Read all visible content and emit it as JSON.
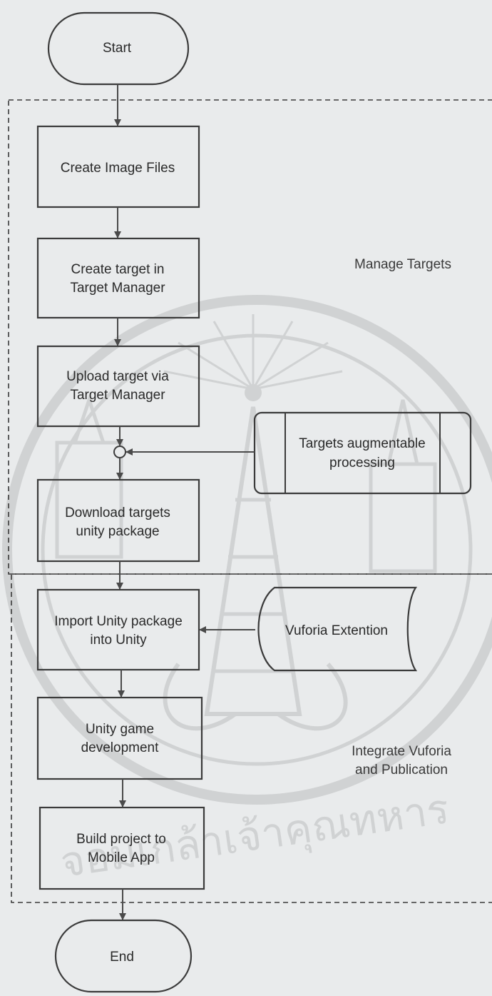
{
  "nodes": {
    "start": "Start",
    "create_image": "Create Image Files",
    "create_target": [
      "Create target in",
      "Target Manager"
    ],
    "upload_target": [
      "Upload target via",
      "Target Manager"
    ],
    "processing": [
      "Targets augmentable",
      "processing"
    ],
    "download": [
      "Download targets",
      "unity package"
    ],
    "import": [
      "Import Unity package",
      "into Unity"
    ],
    "vuforia": "Vuforia Extention",
    "unity_dev": [
      "Unity game",
      "development"
    ],
    "build": [
      "Build project to",
      "Mobile App"
    ],
    "end": "End"
  },
  "regions": {
    "manage": "Manage Targets",
    "integrate": [
      "Integrate Vuforia",
      "and Publication"
    ]
  },
  "watermark_text": "จอมเกล้าเจ้าคุณทหาร"
}
